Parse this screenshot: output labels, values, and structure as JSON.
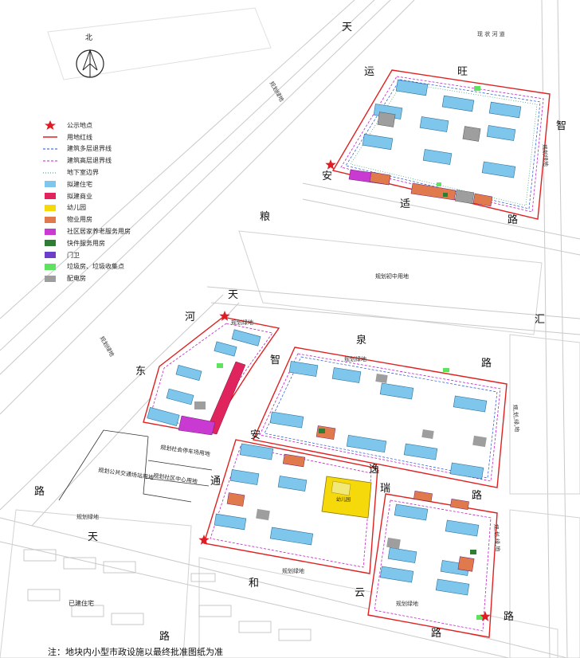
{
  "compass": {
    "label": "北",
    "icon": "north-arrow-icon"
  },
  "legend": [
    {
      "label": "公示地点",
      "kind": "star",
      "color": "#e01b24"
    },
    {
      "label": "用地红线",
      "kind": "solid-line",
      "color": "#e02020"
    },
    {
      "label": "建筑多层退界线",
      "kind": "dashed-line",
      "color": "#1f4fd6"
    },
    {
      "label": "建筑高层退界线",
      "kind": "dashed-line",
      "color": "#c21fc9"
    },
    {
      "label": "地下室边界",
      "kind": "dotted-line",
      "color": "#29a36a"
    },
    {
      "label": "拟建住宅",
      "kind": "fill",
      "color": "#7fc6ec"
    },
    {
      "label": "拟建商业",
      "kind": "fill",
      "color": "#e0245e"
    },
    {
      "label": "幼儿园",
      "kind": "fill",
      "color": "#f5d90a"
    },
    {
      "label": "物业用房",
      "kind": "fill",
      "color": "#e07a4c"
    },
    {
      "label": "社区居家养老服务用房",
      "kind": "fill",
      "color": "#c83ad1"
    },
    {
      "label": "快件服务用房",
      "kind": "fill",
      "color": "#2e7d32"
    },
    {
      "label": "门卫",
      "kind": "fill",
      "color": "#6a3fc9"
    },
    {
      "label": "垃圾房、垃圾收集点",
      "kind": "fill",
      "color": "#5ee35e"
    },
    {
      "label": "配电房",
      "kind": "fill",
      "color": "#9e9e9e"
    }
  ],
  "roads": {
    "tianyun": [
      "天",
      "运"
    ],
    "wangan": [
      "旺",
      "安"
    ],
    "tiangu_top": "天",
    "tiangu_bottom": "天",
    "xianghe_top": [
      "河",
      "粮"
    ],
    "shiyi": [
      "适",
      "路"
    ],
    "zhihui": [
      "智",
      "汇",
      "路"
    ],
    "tianhe": [
      "天",
      "河",
      "东"
    ],
    "zhian": [
      "智",
      "安",
      "通"
    ],
    "tianquan": [
      "泉",
      "路"
    ],
    "yiduan": [
      "逸",
      "瑞",
      "路"
    ],
    "he_yun": [
      "和",
      "云",
      "路"
    ],
    "lu_left": "路",
    "lu_bottom": "路"
  },
  "small_labels": {
    "xianzhuang_canal": "现 状 河 道",
    "planned_green_left_top": [
      "现",
      "规",
      "状",
      "河",
      "绿",
      "道",
      "地"
    ],
    "planned_green_left": [
      "现",
      "规",
      "状",
      "划",
      "河",
      "绿",
      "道",
      "地"
    ],
    "planned_green_right": [
      "规",
      "划",
      "绿",
      "地"
    ],
    "planned_green_right2": [
      "规",
      "划",
      "绿",
      "地"
    ],
    "planned_green_strip1": "规划绿地",
    "planned_green_strip2": "规划绿地",
    "planned_green_strip3": "规划绿地",
    "planned_green_strip4": "规划绿地",
    "planned_green_strip5": "规划绿地",
    "planned_school": "规划初中用地",
    "social_parking": "规划社会停车场用地",
    "public_transport": "规划公共交通场站用地",
    "community_center": "规划社区中心用地",
    "existing_residential": "已建住宅",
    "kindergarten": "幼儿园"
  },
  "public_notice_sites": [
    {
      "name": "notice-site-1"
    },
    {
      "name": "notice-site-2"
    },
    {
      "name": "notice-site-3"
    },
    {
      "name": "notice-site-4"
    },
    {
      "name": "notice-site-5"
    }
  ],
  "footnote": "注：地块内小型市政设施以最终批准图纸为准"
}
